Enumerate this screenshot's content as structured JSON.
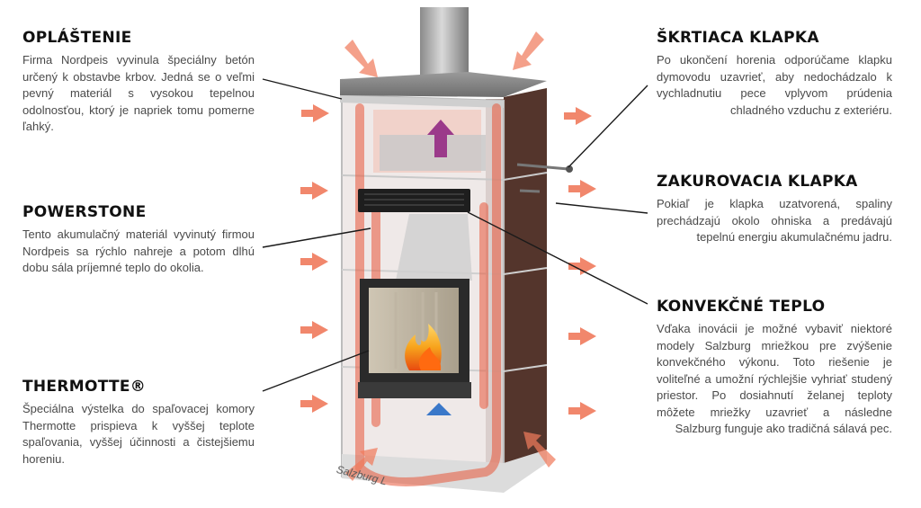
{
  "sections": {
    "oplastenie": {
      "title": "OPLÁŠTENIE",
      "text": "Firma Nordpeis vyvinula špeciálny betón určený k obstavbe krbov. Jedná se o veľmi pevný materiál s vysokou tepelnou odolnosťou, ktorý je napriek tomu pomerne ľahký."
    },
    "powerstone": {
      "title": "POWERSTONE",
      "text": "Tento akumulačný materiál vyvinutý firmou Nordpeis sa rýchlo nahreje a potom dlhú dobu sála príjemné teplo do okolia."
    },
    "thermotte": {
      "title": "THERMOTTE®",
      "text": "Špeciálna výstelka do spaľovacej komory Thermotte prispieva k vyššej teplote spaľovania, vyššej účinnosti a čistejšiemu horeniu."
    },
    "skrtiaca": {
      "title": "ŠKRTIACA KLAPKA",
      "text": "Po ukončení horenia odporúčame klapku dymovodu uzavrieť, aby nedochádzalo k vychladnutiu pece vplyvom prúdenia chladného vzduchu z exteriéru."
    },
    "zakurovacia": {
      "title": "ZAKUROVACIA KLAPKA",
      "text": "Pokiaľ je klapka uzatvorená, spaliny prechádzajú okolo ohniska a predávajú tepelnú energiu akumulačnému jadru."
    },
    "konvekcne": {
      "title": "KONVEKČNÉ TEPLO",
      "text": "Vďaka inovácii je možné vybaviť niektoré modely Salzburg mriežkou pre zvýšenie konvekčného výkonu. Toto riešenie je voliteľné a umožní rýchlejšie vyhriať studený priestor. Po dosiahnutí želanej teploty môžete mriežky uzavrieť a následne Salzburg funguje ako tradičná sálavá pec."
    }
  },
  "caption": "Salzburg L",
  "colors": {
    "heat_arrow": "#f07a5c",
    "heat_flow": "#e8573a",
    "body_dark": "#5b3a30",
    "frame": "#d8d8d8",
    "flame": "#f39a1e",
    "up_arrow_purple": "#9b3a8a",
    "up_arrow_blue": "#3a78c9"
  }
}
